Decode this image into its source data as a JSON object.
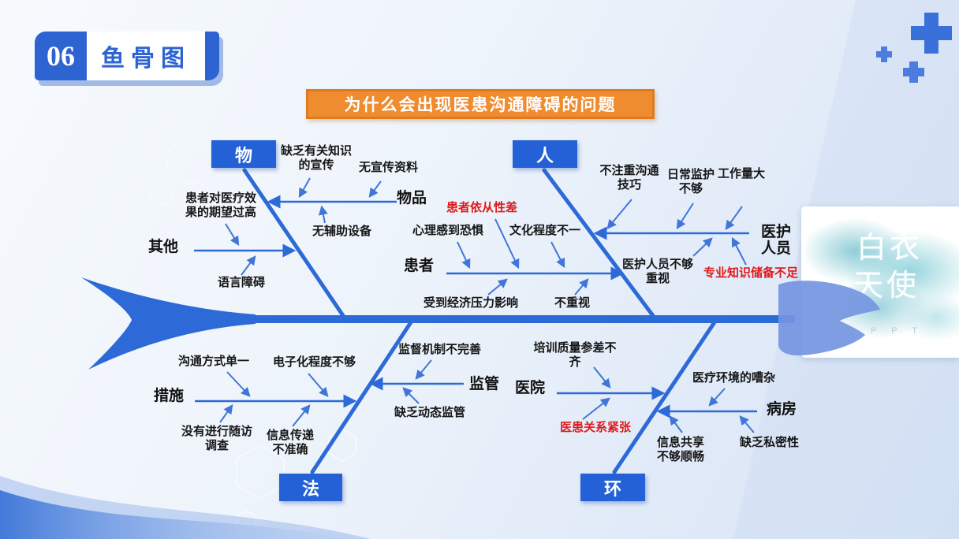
{
  "slide": {
    "badge_number": "06",
    "badge_title": "鱼骨图",
    "question": "为什么会出现医患沟通障碍的问题",
    "watermark": {
      "line1": "白衣",
      "line2": "天使",
      "sub": "P P T"
    }
  },
  "colors": {
    "primary_blue": "#2561d6",
    "skeleton_blue": "#2d6ad8",
    "head_blue": "#7495e1",
    "banner_orange": "#ef8c30",
    "alert_red": "#df1a1a",
    "watercolor_teal": "#8cd1da"
  },
  "categories": [
    {
      "id": "material",
      "label": "物"
    },
    {
      "id": "people",
      "label": "人"
    },
    {
      "id": "method",
      "label": "法"
    },
    {
      "id": "environment",
      "label": "环"
    }
  ],
  "branches": [
    {
      "id": "items",
      "label": "物品"
    },
    {
      "id": "other",
      "label": "其他"
    },
    {
      "id": "patient",
      "label": "患者"
    },
    {
      "id": "medical-staff",
      "label": "医护\n人员"
    },
    {
      "id": "measures",
      "label": "措施"
    },
    {
      "id": "supervision",
      "label": "监管"
    },
    {
      "id": "hospital",
      "label": "医院"
    },
    {
      "id": "ward",
      "label": "病房"
    }
  ],
  "causes": [
    {
      "id": "lack-knowledge-publicity",
      "text": "缺乏有关知识\n的宣传",
      "emphasis": false
    },
    {
      "id": "no-publicity-material",
      "text": "无宣传资料",
      "emphasis": false
    },
    {
      "id": "no-auxiliary-equipment",
      "text": "无辅助设备",
      "emphasis": false
    },
    {
      "id": "patient-expectation-too-high",
      "text": "患者对医疗效\n果的期望过高",
      "emphasis": false
    },
    {
      "id": "language-barrier",
      "text": "语言障碍",
      "emphasis": false
    },
    {
      "id": "poor-patient-compliance",
      "text": "患者依从性差",
      "emphasis": true
    },
    {
      "id": "psychological-fear",
      "text": "心理感到恐惧",
      "emphasis": false
    },
    {
      "id": "uneven-education-level",
      "text": "文化程度不一",
      "emphasis": false
    },
    {
      "id": "economic-pressure",
      "text": "受到经济压力影响",
      "emphasis": false
    },
    {
      "id": "not-valued",
      "text": "不重视",
      "emphasis": false
    },
    {
      "id": "no-communication-skills",
      "text": "不注重沟通\n技巧",
      "emphasis": false
    },
    {
      "id": "insufficient-daily-monitoring",
      "text": "日常监护\n不够",
      "emphasis": false
    },
    {
      "id": "heavy-workload",
      "text": "工作量大",
      "emphasis": false
    },
    {
      "id": "staff-not-attentive",
      "text": "医护人员不够\n重视",
      "emphasis": false
    },
    {
      "id": "insufficient-professional-knowledge",
      "text": "专业知识储备不足",
      "emphasis": true
    },
    {
      "id": "single-communication-method",
      "text": "沟通方式单一",
      "emphasis": false
    },
    {
      "id": "insufficient-digitalization",
      "text": "电子化程度不够",
      "emphasis": false
    },
    {
      "id": "no-followup-survey",
      "text": "没有进行随访\n调查",
      "emphasis": false
    },
    {
      "id": "inaccurate-information",
      "text": "信息传递\n不准确",
      "emphasis": false
    },
    {
      "id": "imperfect-supervision-mechanism",
      "text": "监督机制不完善",
      "emphasis": false
    },
    {
      "id": "lack-dynamic-supervision",
      "text": "缺乏动态监管",
      "emphasis": false
    },
    {
      "id": "uneven-training-quality",
      "text": "培训质量参差不\n齐",
      "emphasis": false
    },
    {
      "id": "tense-doctor-patient-relation",
      "text": "医患关系紧张",
      "emphasis": true
    },
    {
      "id": "noisy-medical-environment",
      "text": "医疗环境的嘈杂",
      "emphasis": false
    },
    {
      "id": "poor-information-sharing",
      "text": "信息共享\n不够顺畅",
      "emphasis": false
    },
    {
      "id": "lack-of-privacy",
      "text": "缺乏私密性",
      "emphasis": false
    }
  ]
}
